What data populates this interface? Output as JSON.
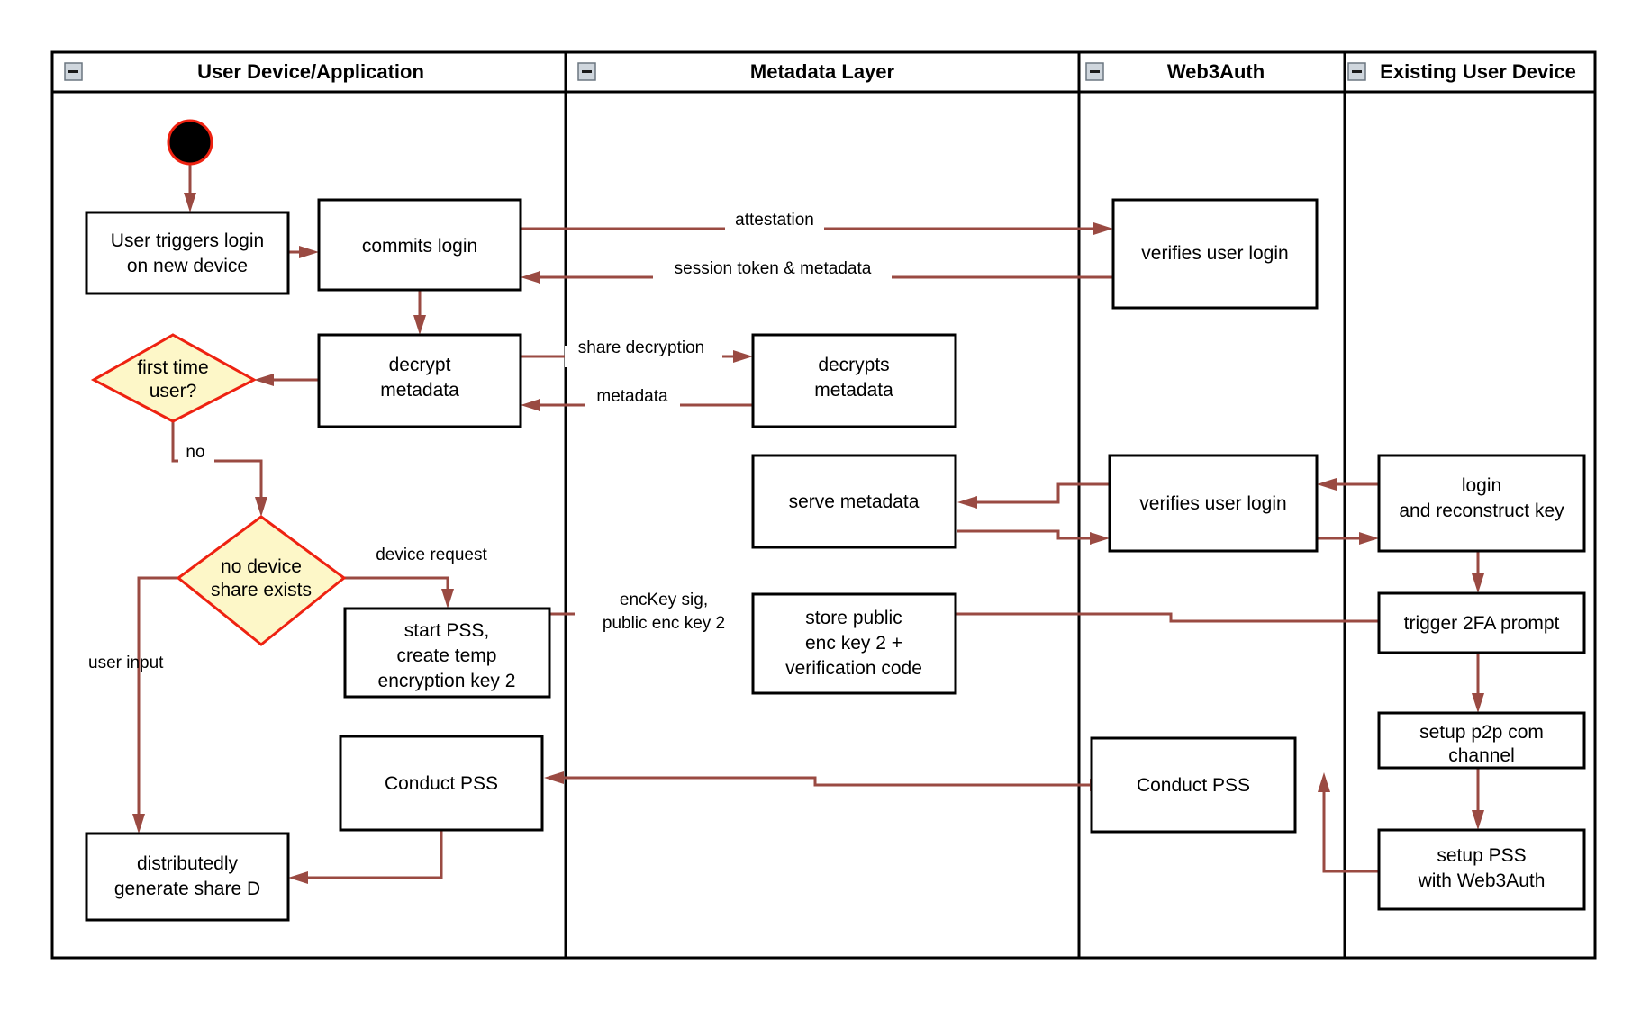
{
  "diagram": {
    "type": "swimlane-activity-flowchart",
    "title": "Web3Auth new device login / PSS key reconstruction flow",
    "colors": {
      "edge": "#9a4a42",
      "decision_fill": "#fdf7c8",
      "decision_stroke": "#ee2211",
      "node_fill": "#ffffff",
      "node_stroke": "#000000",
      "start_fill": "#000000",
      "start_stroke": "#ee2211",
      "lane_stroke": "#000000",
      "collapse_widget": "#cfd6dd"
    },
    "lanes": [
      {
        "id": "lane-user-device",
        "title": "User Device/Application",
        "collapse_icon": "collapse-minus-icon"
      },
      {
        "id": "lane-metadata",
        "title": "Metadata Layer",
        "collapse_icon": "collapse-minus-icon"
      },
      {
        "id": "lane-web3auth",
        "title": "Web3Auth",
        "collapse_icon": "collapse-minus-icon"
      },
      {
        "id": "lane-existing-device",
        "title": "Existing User Device",
        "collapse_icon": "collapse-minus-icon"
      }
    ],
    "start_node": {
      "id": "start",
      "shape": "filled-circle",
      "label": ""
    },
    "nodes": [
      {
        "id": "n-user-triggers-login",
        "lane": "lane-user-device",
        "shape": "rect",
        "lines": [
          "User triggers login",
          "on new device"
        ]
      },
      {
        "id": "n-commits-login",
        "lane": "lane-user-device",
        "shape": "rect",
        "lines": [
          "commits login"
        ]
      },
      {
        "id": "n-decrypt-metadata",
        "lane": "lane-user-device",
        "shape": "rect",
        "lines": [
          "decrypt",
          "metadata"
        ]
      },
      {
        "id": "n-first-time-user",
        "lane": "lane-user-device",
        "shape": "diamond",
        "lines": [
          "first time",
          "user?"
        ]
      },
      {
        "id": "n-no-device-share-exists",
        "lane": "lane-user-device",
        "shape": "diamond",
        "lines": [
          "no device",
          "share exists"
        ]
      },
      {
        "id": "n-start-pss",
        "lane": "lane-user-device",
        "shape": "rect",
        "lines": [
          "start PSS,",
          "create temp",
          "encryption key 2"
        ]
      },
      {
        "id": "n-conduct-pss-user",
        "lane": "lane-user-device",
        "shape": "rect",
        "lines": [
          "Conduct PSS"
        ]
      },
      {
        "id": "n-distributedly-generate-share-d",
        "lane": "lane-user-device",
        "shape": "rect",
        "lines": [
          "distributedly",
          "generate share D"
        ]
      },
      {
        "id": "n-decrypts-metadata",
        "lane": "lane-metadata",
        "shape": "rect",
        "lines": [
          "decrypts",
          "metadata"
        ]
      },
      {
        "id": "n-serve-metadata",
        "lane": "lane-metadata",
        "shape": "rect",
        "lines": [
          "serve metadata"
        ]
      },
      {
        "id": "n-store-public-enc-key",
        "lane": "lane-metadata",
        "shape": "rect",
        "lines": [
          "store public",
          "enc key 2 +",
          "verification code"
        ]
      },
      {
        "id": "n-verifies-user-login-top",
        "lane": "lane-web3auth",
        "shape": "rect",
        "lines": [
          "verifies user login"
        ]
      },
      {
        "id": "n-verifies-user-login-mid",
        "lane": "lane-web3auth",
        "shape": "rect",
        "lines": [
          "verifies user login"
        ]
      },
      {
        "id": "n-conduct-pss-web3auth",
        "lane": "lane-web3auth",
        "shape": "rect",
        "lines": [
          "Conduct PSS"
        ]
      },
      {
        "id": "n-login-reconstruct-key",
        "lane": "lane-existing-device",
        "shape": "rect",
        "lines": [
          "login",
          "and reconstruct key"
        ]
      },
      {
        "id": "n-trigger-2fa-prompt",
        "lane": "lane-existing-device",
        "shape": "rect",
        "lines": [
          "trigger 2FA prompt"
        ]
      },
      {
        "id": "n-setup-p2p-com-channel",
        "lane": "lane-existing-device",
        "shape": "rect",
        "lines": [
          "setup p2p com",
          "channel"
        ]
      },
      {
        "id": "n-setup-pss-web3auth",
        "lane": "lane-existing-device",
        "shape": "rect",
        "lines": [
          "setup PSS",
          "with Web3Auth"
        ]
      }
    ],
    "edge_labels": {
      "attestation": "attestation",
      "session_token": "session token & metadata",
      "share_decryption": "share decryption",
      "metadata": "metadata",
      "no": "no",
      "device_request": "device request",
      "user_input": "user input",
      "enc_key_line1": "encKey sig,",
      "enc_key_line2": "public enc key 2"
    },
    "edges": [
      {
        "id": "e-start-to-trigger",
        "from": "start",
        "to": "n-user-triggers-login",
        "label": ""
      },
      {
        "id": "e-trigger-to-commits",
        "from": "n-user-triggers-login",
        "to": "n-commits-login",
        "label": ""
      },
      {
        "id": "e-commits-to-verifies",
        "from": "n-commits-login",
        "to": "n-verifies-user-login-top",
        "label": "attestation"
      },
      {
        "id": "e-verifies-to-commits",
        "from": "n-verifies-user-login-top",
        "to": "n-commits-login",
        "label": "session token & metadata"
      },
      {
        "id": "e-commits-to-decrypt",
        "from": "n-commits-login",
        "to": "n-decrypt-metadata",
        "label": ""
      },
      {
        "id": "e-decrypt-to-decrypts",
        "from": "n-decrypt-metadata",
        "to": "n-decrypts-metadata",
        "label": "share decryption"
      },
      {
        "id": "e-decrypts-to-decrypt",
        "from": "n-decrypts-metadata",
        "to": "n-decrypt-metadata",
        "label": "metadata"
      },
      {
        "id": "e-decrypt-to-firsttime",
        "from": "n-decrypt-metadata",
        "to": "n-first-time-user",
        "label": ""
      },
      {
        "id": "e-firsttime-to-nodevice",
        "from": "n-first-time-user",
        "to": "n-no-device-share-exists",
        "label": "no"
      },
      {
        "id": "e-nodevice-to-startpss",
        "from": "n-no-device-share-exists",
        "to": "n-start-pss",
        "label": "device request"
      },
      {
        "id": "e-nodevice-to-share-d",
        "from": "n-no-device-share-exists",
        "to": "n-distributedly-generate-share-d",
        "label": "user input"
      },
      {
        "id": "e-startpss-to-store",
        "from": "n-start-pss",
        "to": "n-store-public-enc-key",
        "label": "encKey sig, public enc key 2"
      },
      {
        "id": "e-store-to-2fa",
        "from": "n-store-public-enc-key",
        "to": "n-trigger-2fa-prompt",
        "label": ""
      },
      {
        "id": "e-existing-to-verifies-mid",
        "from": "n-login-reconstruct-key",
        "to": "n-verifies-user-login-mid",
        "label": ""
      },
      {
        "id": "e-verifies-mid-to-serve",
        "from": "n-verifies-user-login-mid",
        "to": "n-serve-metadata",
        "label": ""
      },
      {
        "id": "e-serve-to-verifies-mid",
        "from": "n-serve-metadata",
        "to": "n-verifies-user-login-mid",
        "label": ""
      },
      {
        "id": "e-verifies-mid-to-existing",
        "from": "n-verifies-user-login-mid",
        "to": "n-login-reconstruct-key",
        "label": ""
      },
      {
        "id": "e-login-to-2fa",
        "from": "n-login-reconstruct-key",
        "to": "n-trigger-2fa-prompt",
        "label": ""
      },
      {
        "id": "e-2fa-to-p2p",
        "from": "n-trigger-2fa-prompt",
        "to": "n-setup-p2p-com-channel",
        "label": ""
      },
      {
        "id": "e-p2p-to-setuppss",
        "from": "n-setup-p2p-com-channel",
        "to": "n-setup-pss-web3auth",
        "label": ""
      },
      {
        "id": "e-setuppss-to-conduct-web3auth",
        "from": "n-setup-pss-web3auth",
        "to": "n-conduct-pss-web3auth",
        "label": ""
      },
      {
        "id": "e-conduct-web3auth-to-conduct-user",
        "from": "n-conduct-pss-web3auth",
        "to": "n-conduct-pss-user",
        "label": ""
      },
      {
        "id": "e-conduct-user-to-share-d",
        "from": "n-conduct-pss-user",
        "to": "n-distributedly-generate-share-d",
        "label": ""
      }
    ]
  }
}
